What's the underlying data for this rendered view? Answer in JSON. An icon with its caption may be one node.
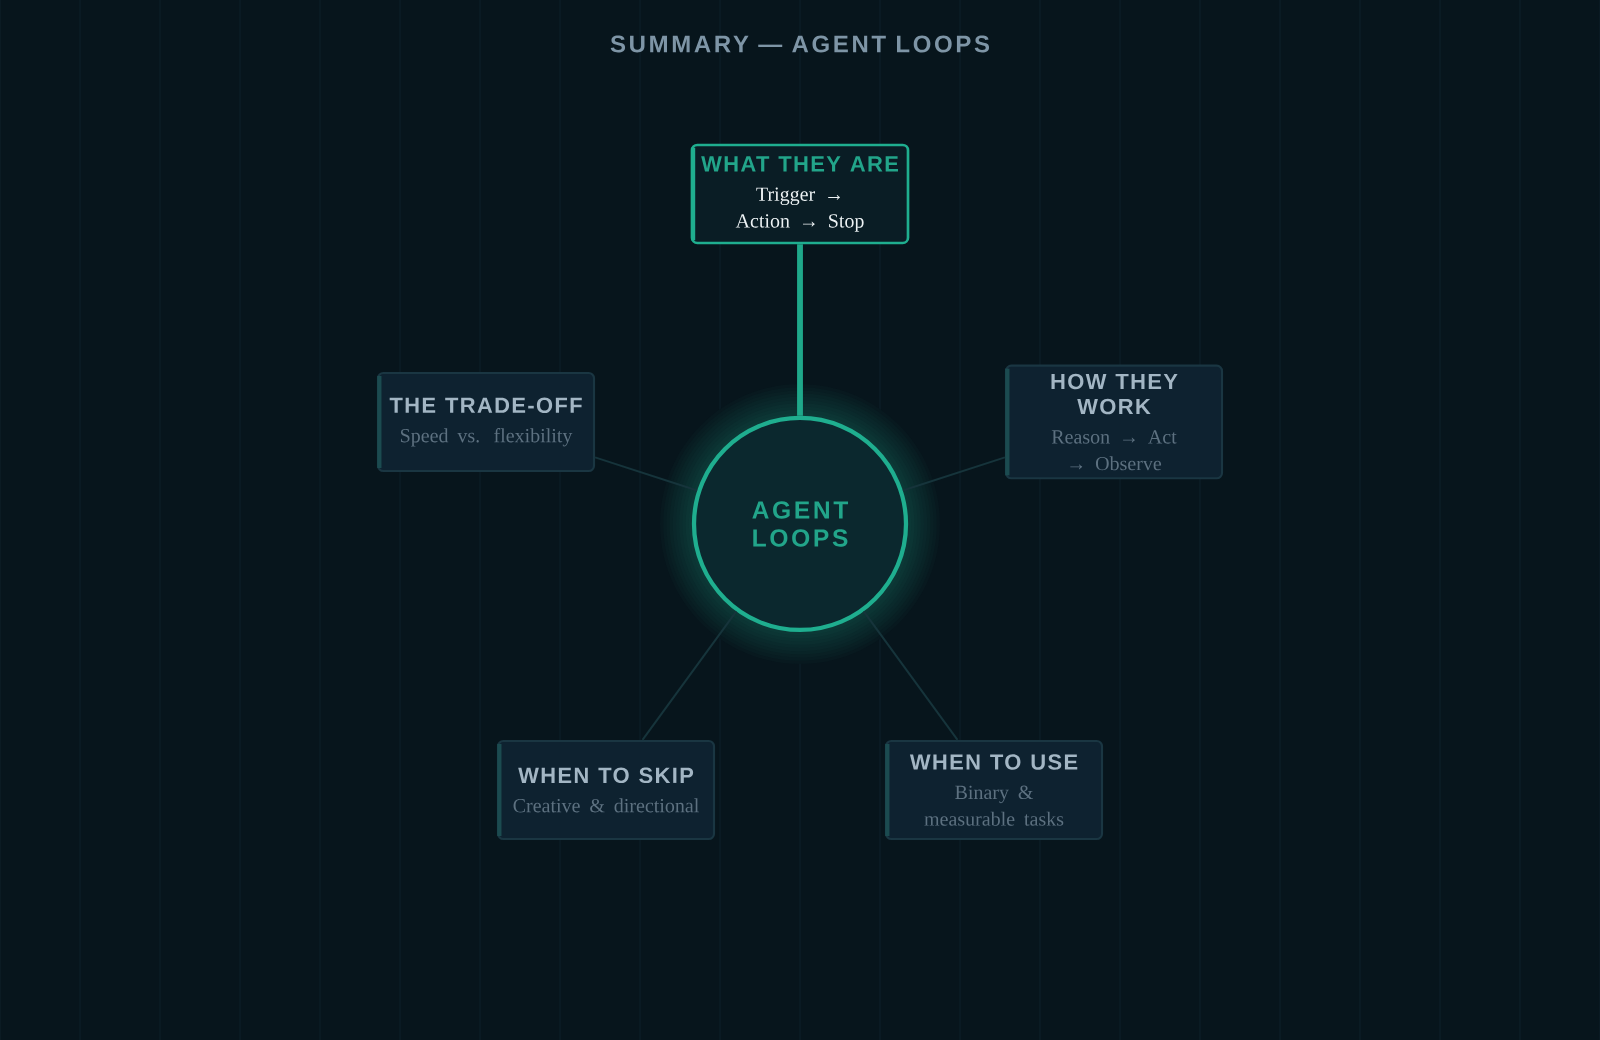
{
  "diagram": {
    "title": "SUMMARY — AGENT LOOPS",
    "nodes": [
      {
        "text": [
          "AGENT LOOPS"
        ]
      },
      {
        "text": [
          "WHAT THEY ARE",
          "Trigger → Action → Stop"
        ]
      },
      {
        "text": [
          "HOW THEY WORK",
          "Reason → Act → Observe"
        ]
      },
      {
        "text": [
          "WHEN TO USE",
          "Binary & measurable tasks"
        ]
      },
      {
        "text": [
          "WHEN TO SKIP",
          "Creative & directional"
        ]
      },
      {
        "text": [
          "THE TRADE-OFF",
          "Speed vs. flexibility"
        ]
      }
    ],
    "edges": [
      {
        "from": 0,
        "to": 1,
        "arrow": "none",
        "style": "thick",
        "color": "#1fa88a"
      },
      {
        "from": 0,
        "to": 2,
        "arrow": "none"
      },
      {
        "from": 0,
        "to": 3,
        "arrow": "none"
      },
      {
        "from": 0,
        "to": 4,
        "arrow": "none"
      },
      {
        "from": 0,
        "to": 5,
        "arrow": "none"
      }
    ]
  }
}
